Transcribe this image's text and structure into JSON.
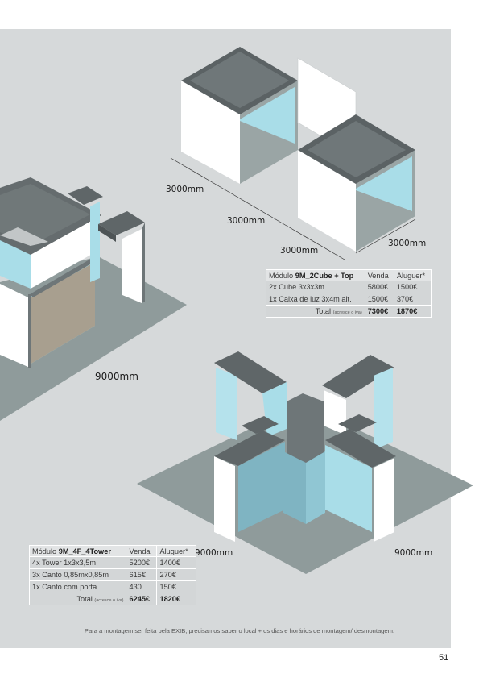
{
  "dimensions": {
    "cube_a": "3000mm",
    "cube_b": "3000mm",
    "cube_c": "3000mm",
    "cube_d": "3000mm",
    "left_floor": "9000mm",
    "tower_left": "9000mm",
    "tower_right": "9000mm"
  },
  "table_cube": {
    "header": {
      "module_prefix": "Módulo",
      "module_name": "9M_2Cube + Top",
      "sale": "Venda",
      "rent": "Aluguer*"
    },
    "rows": [
      {
        "item": "2x Cube 3x3x3m",
        "sale": "5800€",
        "rent": "1500€"
      },
      {
        "item": "1x Caixa de luz 3x4m alt.",
        "sale": "1500€",
        "rent": "370€"
      }
    ],
    "total": {
      "label": "Total",
      "note": "(acresce o iva)",
      "sale": "7300€",
      "rent": "1870€"
    }
  },
  "table_tower": {
    "header": {
      "module_prefix": "Módulo",
      "module_name": "9M_4F_4Tower",
      "sale": "Venda",
      "rent": "Aluguer*"
    },
    "rows": [
      {
        "item": "4x Tower 1x3x3,5m",
        "sale": "5200€",
        "rent": "1400€"
      },
      {
        "item": "3x Canto 0,85mx0,85m",
        "sale": "615€",
        "rent": "270€"
      },
      {
        "item": "1x Canto com porta",
        "sale": "430",
        "rent": "150€"
      }
    ],
    "total": {
      "label": "Total",
      "note": "(acresce o iva)",
      "sale": "6245€",
      "rent": "1820€"
    }
  },
  "footnote": "Para a montagem ser feita pela EXIB, precisamos saber o local + os dias e horários de montagem/ desmontagem.",
  "page_number": "51",
  "colors": {
    "panel": "#d6d9da",
    "floor": "#8f9b9b",
    "frame": "#6e7678",
    "roof": "#5f6668",
    "glass": "#a9dde8",
    "white_wall": "#ffffff",
    "row_fill": "#d3d6d7",
    "header_fill": "#e2e4e5"
  }
}
